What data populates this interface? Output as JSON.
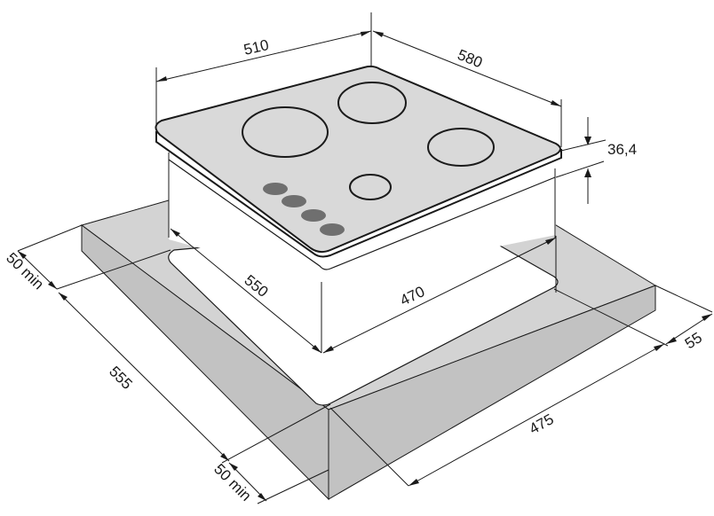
{
  "dimensions": {
    "hob_width": "510",
    "hob_depth": "580",
    "hob_height": "36,4",
    "cutout_depth": "550",
    "cutout_width": "470",
    "min_margin_back": "50 min",
    "min_margin_front": "50 min",
    "worktop_depth": "555",
    "worktop_width": "475",
    "side_margin": "55"
  },
  "colors": {
    "hob_top": "#d9d9d9",
    "worktop_top": "#d3d3d3",
    "worktop_side": "#c2c2c2",
    "knob": "#6f6f6f",
    "line": "#1a1a1a"
  },
  "knob_count": 4,
  "burner_count": 4
}
